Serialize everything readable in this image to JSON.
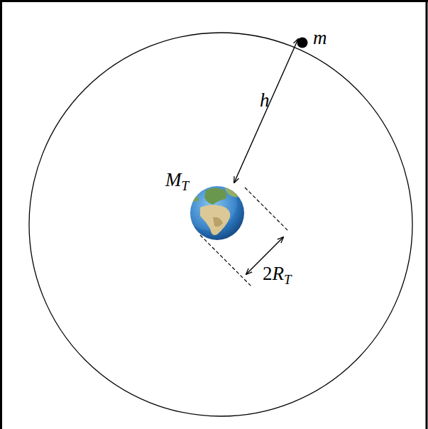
{
  "diagram": {
    "labels": [
      "m",
      "h",
      "MT",
      "2RT"
    ]
  }
}
